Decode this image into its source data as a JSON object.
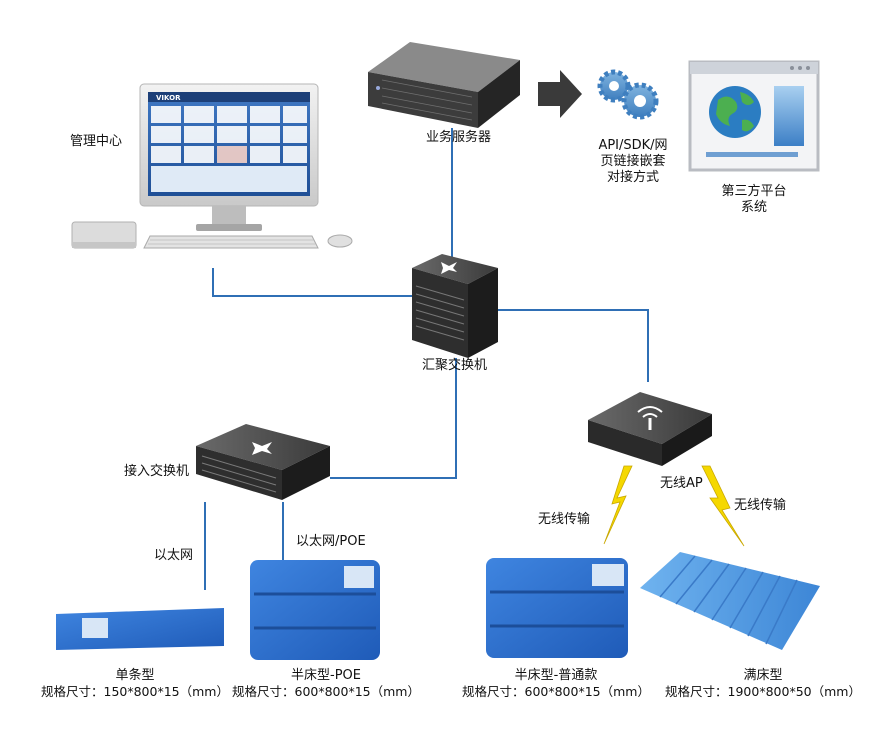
{
  "nodes": {
    "management_center": "管理中心",
    "business_server": "业务服务器",
    "api_integration": [
      "API/SDK/网",
      "页链接嵌套",
      "对接方式"
    ],
    "third_party": [
      "第三方平台",
      "系统"
    ],
    "aggregation_switch": "汇聚交换机",
    "access_switch": "接入交换机",
    "wireless_ap": "无线AP"
  },
  "links": {
    "ethernet": "以太网",
    "ethernet_poe": "以太网/POE",
    "wireless_left": "无线传输",
    "wireless_right": "无线传输"
  },
  "screen_brand": "VIKOR",
  "products": [
    {
      "name": "单条型",
      "spec": "规格尺寸：150*800*15（mm）"
    },
    {
      "name": "半床型-POE",
      "spec": "规格尺寸：600*800*15（mm）"
    },
    {
      "name": "半床型-普通款",
      "spec": "规格尺寸：600*800*15（mm）"
    },
    {
      "name": "满床型",
      "spec": "规格尺寸：1900*800*50（mm）"
    }
  ],
  "colors": {
    "line": "#2f6fb5",
    "mat": "#2f6fd0",
    "lightning": "#f5d800"
  }
}
